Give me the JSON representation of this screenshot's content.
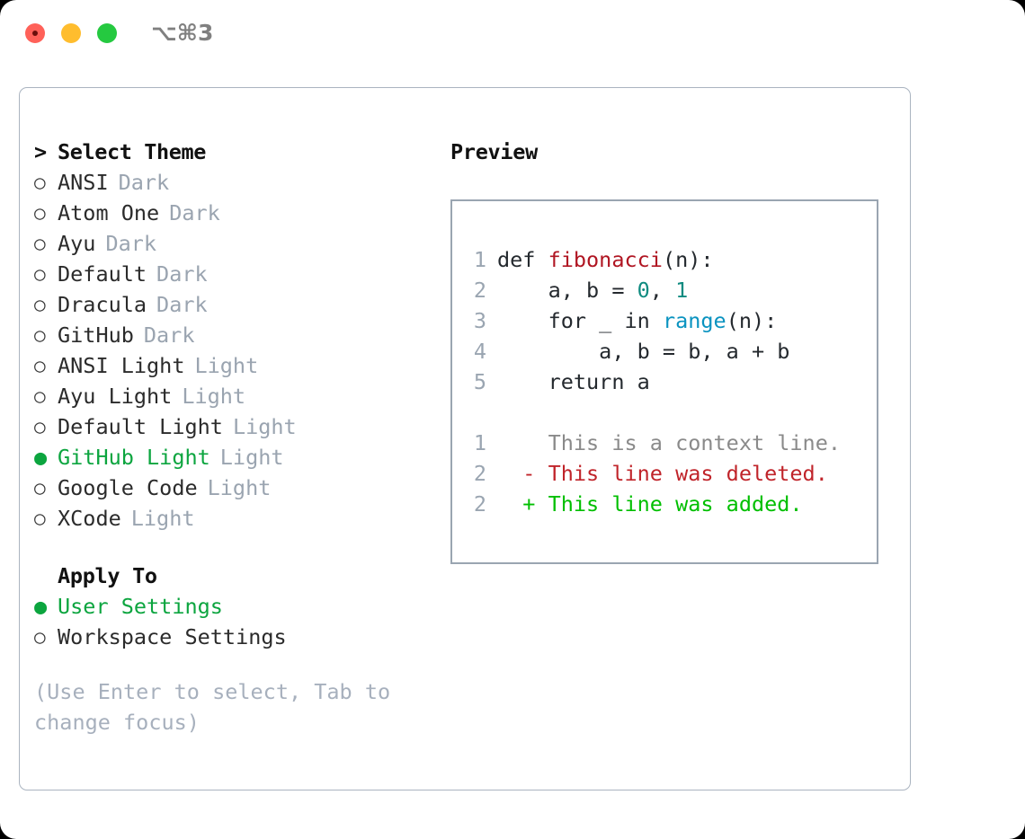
{
  "titlebar": {
    "shortcut": "⌥⌘3",
    "lights": [
      "close",
      "minimize",
      "maximize"
    ]
  },
  "theme_picker": {
    "heading": "Select Theme",
    "heading_marker": ">",
    "marker_unselected": "○",
    "marker_selected": "●",
    "items": [
      {
        "name": "ANSI",
        "variant": "Dark",
        "selected": false
      },
      {
        "name": "Atom One",
        "variant": "Dark",
        "selected": false
      },
      {
        "name": "Ayu",
        "variant": "Dark",
        "selected": false
      },
      {
        "name": "Default",
        "variant": "Dark",
        "selected": false
      },
      {
        "name": "Dracula",
        "variant": "Dark",
        "selected": false
      },
      {
        "name": "GitHub",
        "variant": "Dark",
        "selected": false
      },
      {
        "name": "ANSI Light",
        "variant": "Light",
        "selected": false
      },
      {
        "name": "Ayu Light",
        "variant": "Light",
        "selected": false
      },
      {
        "name": "Default Light",
        "variant": "Light",
        "selected": false
      },
      {
        "name": "GitHub Light",
        "variant": "Light",
        "selected": true
      },
      {
        "name": "Google Code",
        "variant": "Light",
        "selected": false
      },
      {
        "name": "XCode",
        "variant": "Light",
        "selected": false
      }
    ]
  },
  "apply_to": {
    "heading": "Apply To",
    "items": [
      {
        "name": "User Settings",
        "selected": true
      },
      {
        "name": "Workspace Settings",
        "selected": false
      }
    ]
  },
  "hint": "(Use Enter to select, Tab to change focus)",
  "preview": {
    "title": "Preview",
    "code_lines": [
      {
        "no": "1",
        "tokens": [
          {
            "t": "def ",
            "c": "plain"
          },
          {
            "t": "fibonacci",
            "c": "func"
          },
          {
            "t": "(n):",
            "c": "plain"
          }
        ]
      },
      {
        "no": "2",
        "tokens": [
          {
            "t": "    a, b = ",
            "c": "plain"
          },
          {
            "t": "0",
            "c": "num"
          },
          {
            "t": ", ",
            "c": "plain"
          },
          {
            "t": "1",
            "c": "num"
          }
        ]
      },
      {
        "no": "3",
        "tokens": [
          {
            "t": "    for _ in ",
            "c": "plain"
          },
          {
            "t": "range",
            "c": "call"
          },
          {
            "t": "(n):",
            "c": "plain"
          }
        ]
      },
      {
        "no": "4",
        "tokens": [
          {
            "t": "        a, b = b, a + b",
            "c": "plain"
          }
        ]
      },
      {
        "no": "5",
        "tokens": [
          {
            "t": "    return a",
            "c": "plain"
          }
        ]
      }
    ],
    "diff_lines": [
      {
        "no": "1",
        "sign": " ",
        "text": "This is a context line.",
        "kind": "context"
      },
      {
        "no": "2",
        "sign": "-",
        "text": "This line was deleted.",
        "kind": "del"
      },
      {
        "no": "2",
        "sign": "+",
        "text": "This line was added.",
        "kind": "add"
      }
    ]
  },
  "colors": {
    "accent_green": "#0ca53f",
    "diff_add": "#00bf00",
    "diff_del": "#c0242a",
    "muted": "#9aa4b0",
    "border": "#aab4c0",
    "syntax_function": "#b01522",
    "syntax_number": "#0f8b80",
    "syntax_call": "#0a93c0"
  }
}
